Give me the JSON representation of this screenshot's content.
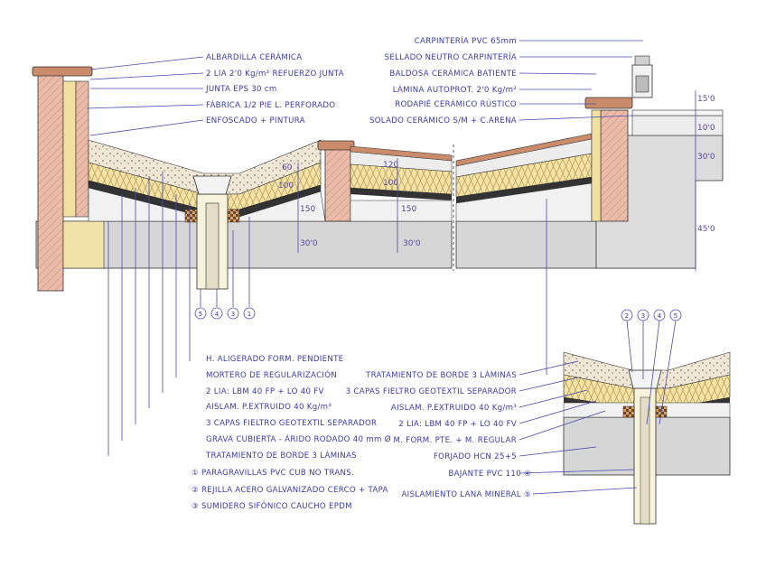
{
  "left_labels_top": [
    "ALBARDILLA CERÁMICA",
    "2 LIA 2'0 Kg/m² REFUERZO JUNTA",
    "JUNTA EPS 30 cm",
    "FÁBRICA 1/2 PIE L. PERFORADO",
    "ENFOSCADO + PINTURA"
  ],
  "right_labels_top": [
    "CARPINTERÍA PVC 65mm",
    "SELLADO NEUTRO CARPINTERÍA",
    "BALDOSA CERÁMICA BATIENTE",
    "LÁMINA AUTOPROT. 2'0 Kg/m²",
    "RODAPIÉ CERÁMICO RÚSTICO",
    "SOLADO CERÁMICO S/M + C.ARENA"
  ],
  "dims_main": [
    "60",
    "100",
    "120",
    "100",
    "150",
    "150",
    "30'0",
    "30'0"
  ],
  "dims_right": [
    "15'0",
    "10'0",
    "30'0",
    "45'0"
  ],
  "callout_numbers": [
    "5",
    "4",
    "3",
    "1"
  ],
  "callout_numbers_detail": [
    "2",
    "3",
    "4",
    "5"
  ],
  "bottom_labels_left": [
    "H. ALIGERADO FORM. PENDIENTE",
    "MORTERO DE REGULARIZACIÓN",
    "2 LIA: LBM 40 FP + LO 40 FV",
    "AISLAM. P.EXTRUIDO 40 Kg/m³",
    "3 CAPAS FIELTRO GEOTEXTIL SEPARADOR",
    "GRAVA CUBIERTA - ÁRIDO RODADO 40 mm Ø",
    "TRATAMIENTO DE BORDE 3 LÁMINAS"
  ],
  "legend_items": [
    "① PARAGRAVILLAS PVC CUB NO TRANS.",
    "② REJILLA ACERO GALVANIZADO CERCO + TAPA",
    "③ SUMIDERO SIFÓNICO CAUCHO EPDM"
  ],
  "bottom_labels_right": [
    "TRATAMIENTO DE BORDE 3 LÁMINAS",
    "3 CAPAS FIELTRO GEOTEXTIL SEPARADOR",
    "AISLAM. P.EXTRUIDO 40 Kg/m³",
    "2 LIA: LBM 40 FP + LO 40 FV",
    "M. FORM. PTE. + M. REGULAR",
    "FORJADO HCN 25+5",
    "BAJANTE PVC 110 ④",
    "AISLAMIENTO LANA MINERAL ⑤"
  ],
  "colors": {
    "ink": "#3a3aa8",
    "brick": "#e7b7a4",
    "insulation": "#f3e3a6",
    "gravel": "#efe4d2",
    "concrete": "#d4d4d4",
    "screed": "#ececec",
    "tile": "#c98b6a"
  }
}
